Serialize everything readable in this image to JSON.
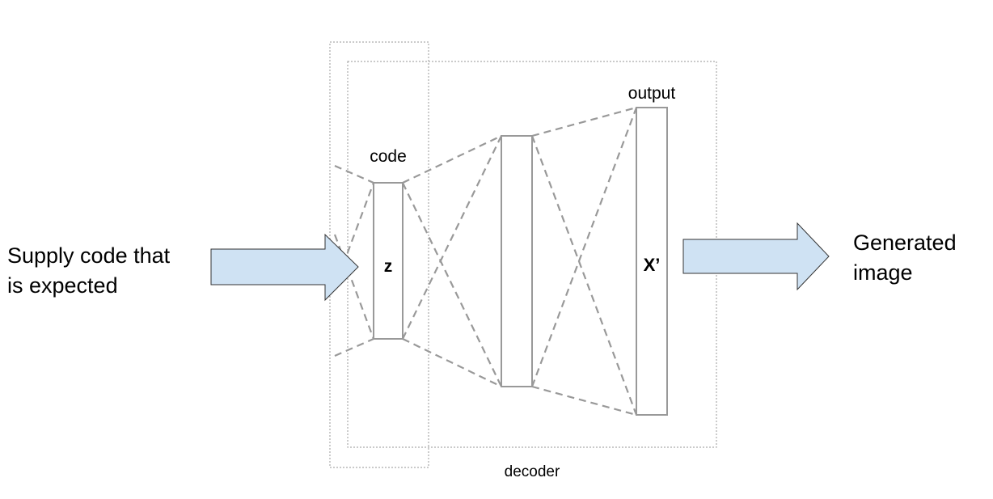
{
  "left_caption": {
    "line1": "Supply code that",
    "line2": "is expected"
  },
  "right_caption": {
    "line1": "Generated",
    "line2": "image"
  },
  "labels": {
    "code": "code",
    "z": "z",
    "output": "output",
    "x_prime": "X’",
    "decoder": "decoder"
  },
  "colors": {
    "arrow_fill": "#cfe2f3",
    "arrow_stroke": "#333333",
    "dashed_line": "#999999",
    "box_border": "#999999",
    "text": "#000000"
  }
}
